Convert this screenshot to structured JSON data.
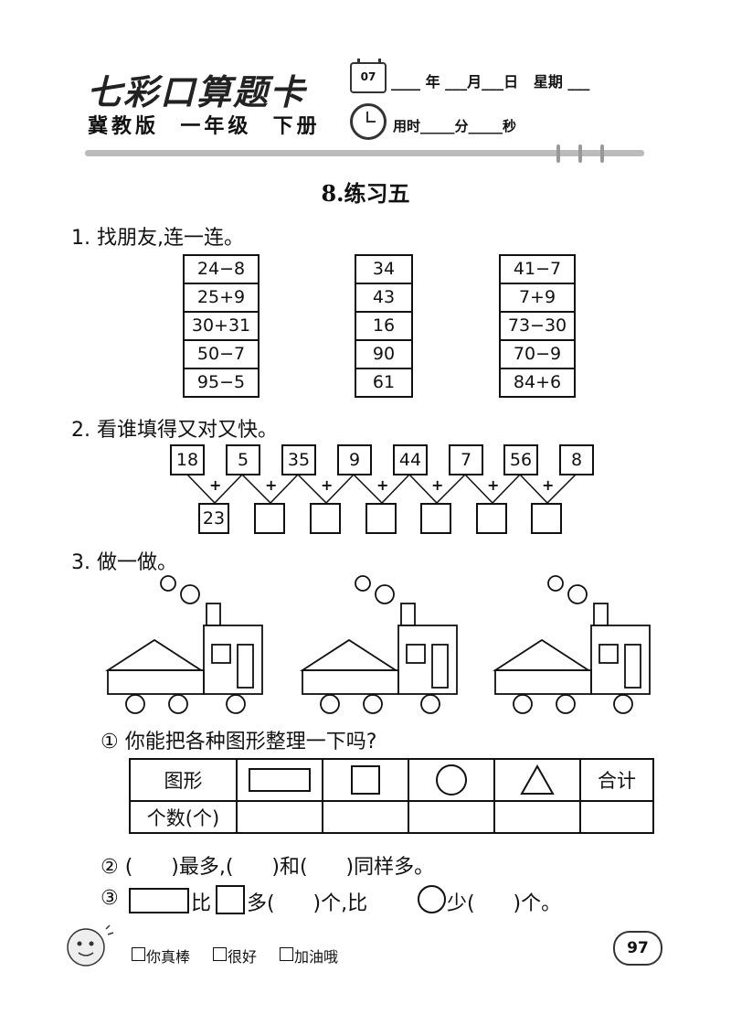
{
  "header": {
    "logo": "七彩口算题卡",
    "edition": "冀教版  一年级  下册",
    "calendar_day": "07",
    "date_line": "____ 年 ___月___日   星期 ___",
    "time_line": "用时_____分_____秒"
  },
  "section_title": "8.练习五",
  "q1": {
    "prompt": "1. 找朋友,连一连。",
    "col1": [
      "24−8",
      "25+9",
      "30+31",
      "50−7",
      "95−5"
    ],
    "col2": [
      "34",
      "43",
      "16",
      "90",
      "61"
    ],
    "col3": [
      "41−7",
      "7+9",
      "73−30",
      "70−9",
      "84+6"
    ]
  },
  "q2": {
    "prompt": "2. 看谁填得又对又快。",
    "top_numbers": [
      "18",
      "5",
      "35",
      "9",
      "44",
      "7",
      "56",
      "8"
    ],
    "plus": "+",
    "answers": [
      "23",
      "",
      "",
      "",
      "",
      "",
      ""
    ]
  },
  "q3": {
    "prompt": "3. 做一做。",
    "sub1": "① 你能把各种图形整理一下吗?",
    "table_header_label": "图形",
    "table_total_label": "合计",
    "table_row_label": "个数(个)",
    "sub2": "② (      )最多,(      )和(      )同样多。",
    "sub3_bi": "比",
    "sub3_duo": "多(      )个,比",
    "sub3_shao": "少(      )个。",
    "sub3_num": "③"
  },
  "footer": {
    "rating": [
      "你真棒",
      "很好",
      "加油哦"
    ],
    "page_number": "97"
  }
}
